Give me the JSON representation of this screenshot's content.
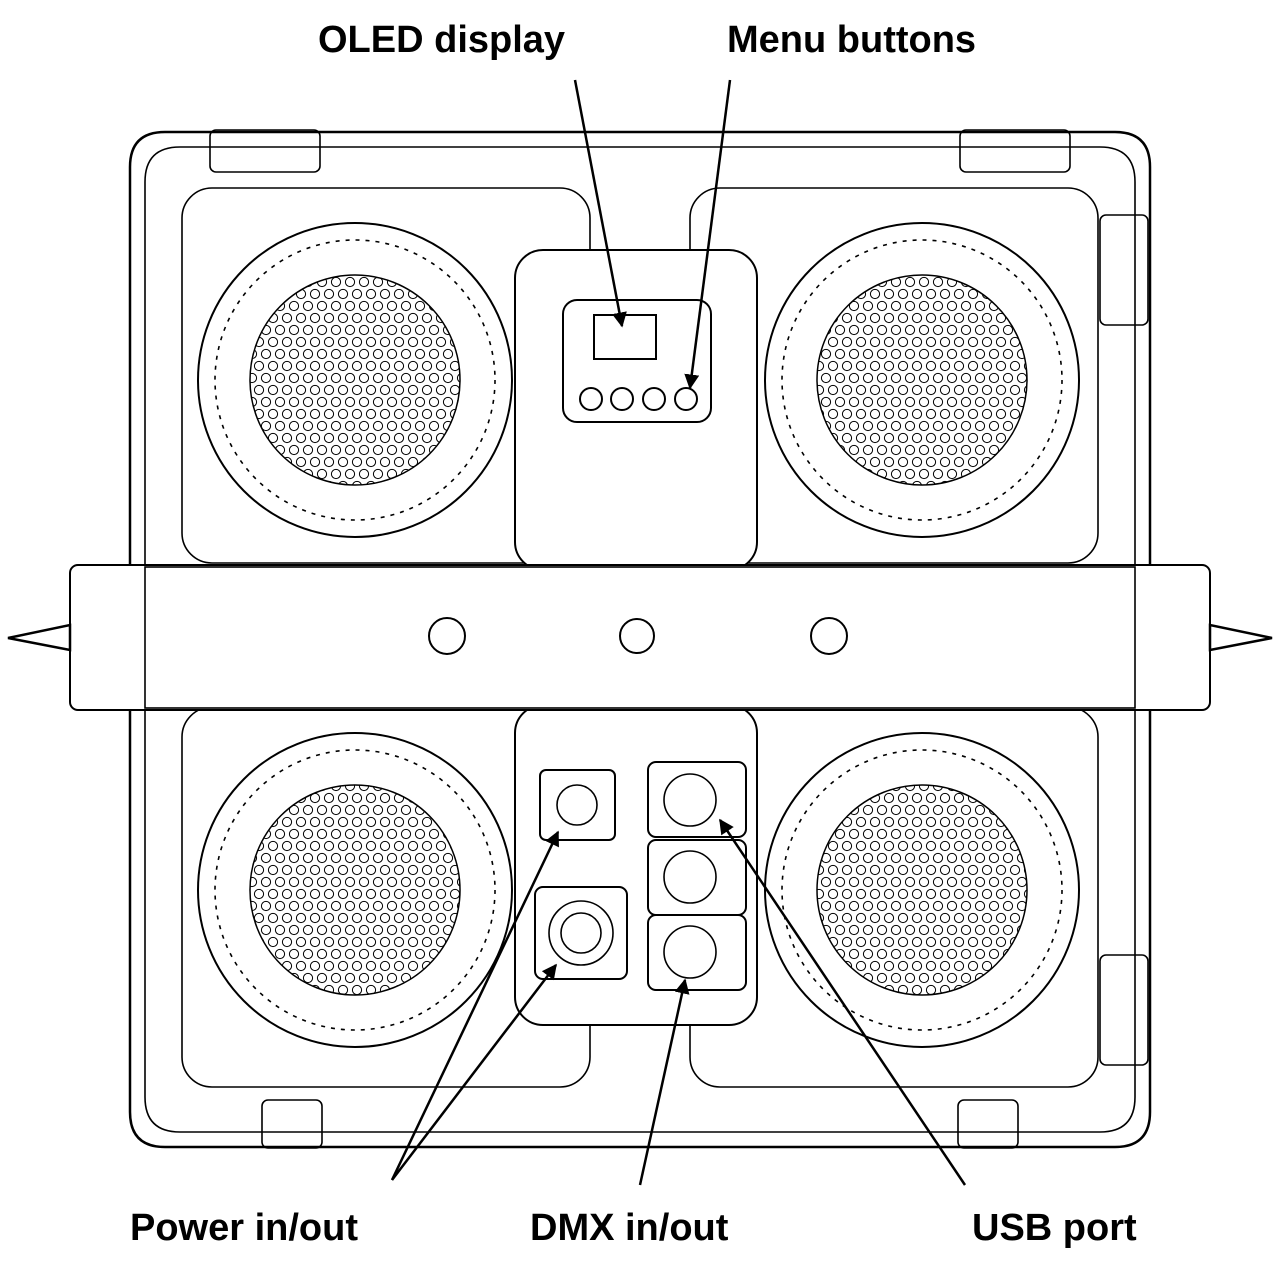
{
  "labels": {
    "oled": "OLED display",
    "menu": "Menu buttons",
    "power": "Power in/out",
    "dmx": "DMX in/out",
    "usb": "USB port"
  },
  "icons": {
    "lens": "honeycomb-lens-icon",
    "screw": "screw-icon",
    "connector": "connector-icon"
  }
}
